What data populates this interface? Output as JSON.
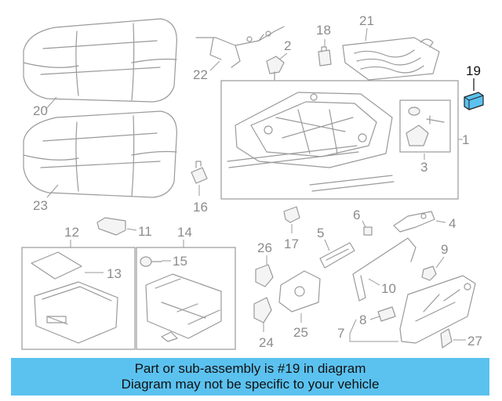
{
  "callouts": {
    "c1": "1",
    "c2": "2",
    "c3": "3",
    "c4": "4",
    "c5": "5",
    "c6": "6",
    "c7": "7",
    "c8": "8",
    "c9": "9",
    "c10": "10",
    "c11": "11",
    "c12": "12",
    "c13": "13",
    "c14": "14",
    "c15": "15",
    "c16": "16",
    "c17": "17",
    "c18": "18",
    "c19": "19",
    "c20": "20",
    "c21": "21",
    "c22": "22",
    "c23": "23",
    "c24": "24",
    "c25": "25",
    "c26": "26",
    "c27": "27"
  },
  "highlight_color": "#5bc2f0",
  "banner": {
    "line1": "Part or sub-assembly is #19 in diagram",
    "line2": "Diagram may not be specific to your vehicle"
  }
}
